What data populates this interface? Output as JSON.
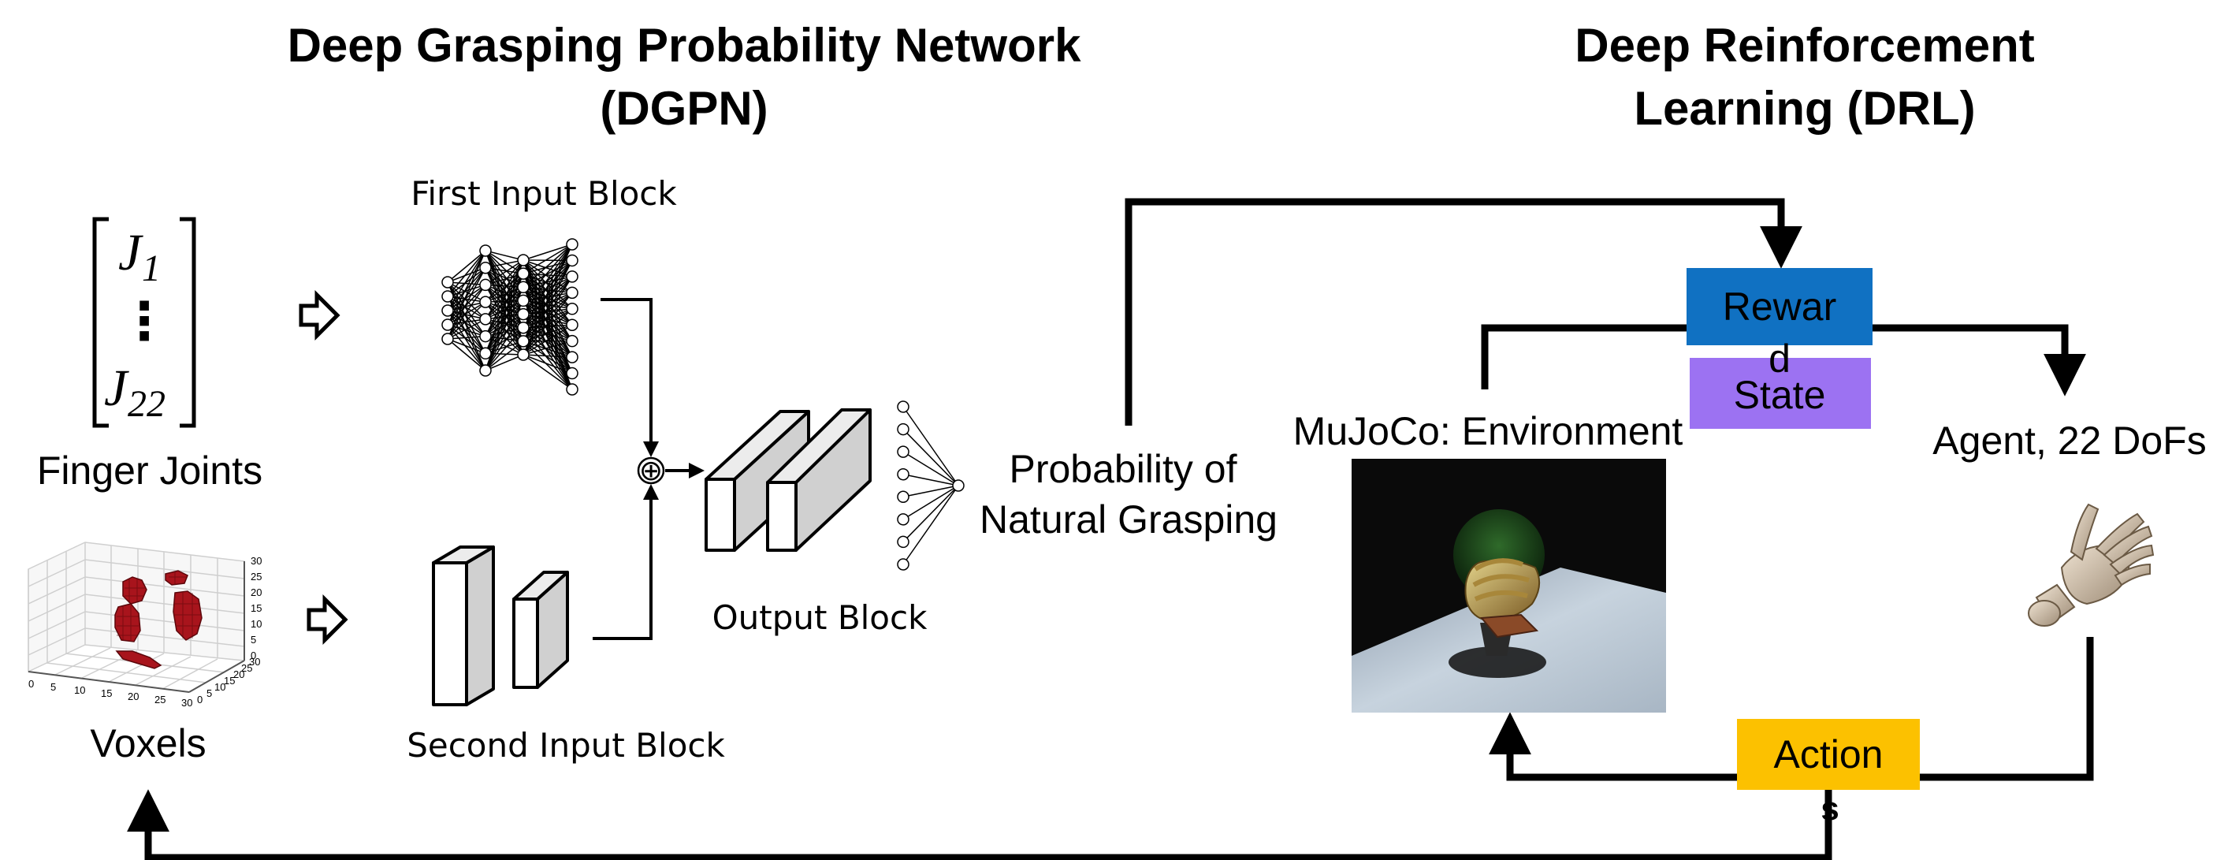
{
  "dgpn": {
    "title_line1": "Deep Grasping Probability Network",
    "title_line2": "(DGPN)",
    "joint_top_symbol": "J",
    "joint_top_index": "1",
    "joint_dots": "⋮",
    "joint_bottom_symbol": "J",
    "joint_bottom_index": "22",
    "finger_joints_label": "Finger Joints",
    "voxels_label": "Voxels",
    "voxel_axis_ticks_x": [
      "0",
      "5",
      "10",
      "15",
      "20",
      "25",
      "30"
    ],
    "voxel_axis_ticks_y": [
      "0",
      "5",
      "10",
      "15",
      "20",
      "25",
      "30"
    ],
    "voxel_axis_ticks_z": [
      "0",
      "5",
      "10",
      "15",
      "20",
      "25",
      "30"
    ],
    "first_input_block_label": "First Input Block",
    "second_input_block_label": "Second Input Block",
    "output_block_label": "Output Block",
    "concat_symbol": "⊕",
    "probability_line1": "Probability of",
    "probability_line2": "Natural Grasping"
  },
  "drl": {
    "title_line1": "Deep Reinforcement",
    "title_line2": "Learning (DRL)",
    "reward_line1": "Rewar",
    "reward_line2": "d",
    "state_label": "State",
    "environment_label": "MuJoCo: Environment",
    "agent_label": "Agent, 22 DoFs",
    "action_line1": "Action",
    "action_line2": "s"
  },
  "colors": {
    "reward_box": "#1071c2",
    "state_box": "#9c72f2",
    "action_box": "#fcc100",
    "voxel": "#a8141c",
    "env_background": "#0a0a0a",
    "env_floor": "#b8c6d2"
  }
}
